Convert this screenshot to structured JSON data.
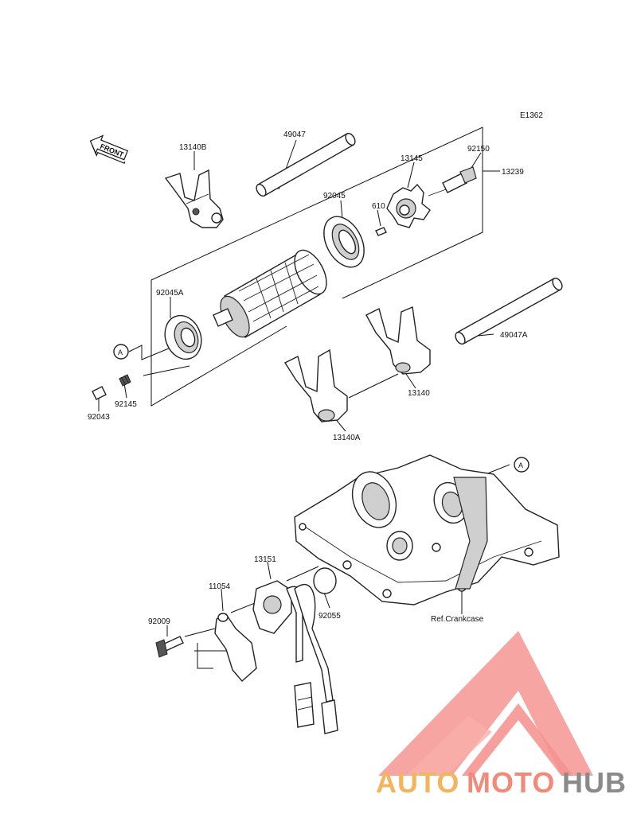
{
  "diagram_code": "E1362",
  "front_badge": "FRONT",
  "callout_letter": "A",
  "reference_note": "Ref.Crankcase",
  "parts": {
    "p13140B": "13140B",
    "p49047": "49047",
    "p13145": "13145",
    "p92150": "92150",
    "p13239": "13239",
    "p92045": "92045",
    "p610": "610",
    "p92045A": "92045A",
    "p49047A": "49047A",
    "p92145": "92145",
    "p92043": "92043",
    "p13140": "13140",
    "p13140A": "13140A",
    "p13151": "13151",
    "p11054": "11054",
    "p92009": "92009",
    "p92055": "92055"
  },
  "watermark": {
    "part1": "AUTO",
    "part2": "MOTO",
    "part3": "HUB",
    "colors": {
      "auto": "#f2b55e",
      "moto": "#f28a7a",
      "hub": "#8a8a8a",
      "triangle": "#f48a86"
    }
  }
}
